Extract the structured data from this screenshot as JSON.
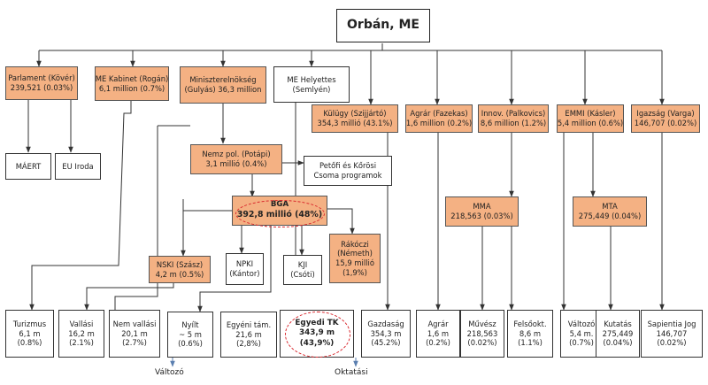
{
  "nodes": {
    "pm": {
      "lines": [
        "Orbán, ME"
      ]
    },
    "parlament": {
      "lines": [
        "Parlament (Kövér)",
        "239,521 (0.03%)"
      ]
    },
    "kabinet": {
      "lines": [
        "ME Kabinet (Rogán)",
        "6,1 million (0.7%)"
      ]
    },
    "minisz": {
      "lines": [
        "Miniszterelnökség",
        "(Gulyás) 36,3 million"
      ]
    },
    "helyettes": {
      "lines": [
        "ME Helyettes",
        "(Semlyén)"
      ]
    },
    "kulugy": {
      "lines": [
        "Külügy (Szijjártó)",
        "354,3 millió (43.1%)"
      ]
    },
    "agrar": {
      "lines": [
        "Agrár (Fazekas)",
        "1,6 million (0.2%)"
      ]
    },
    "innov": {
      "lines": [
        "Innov. (Palkovics)",
        "8,6 million (1.2%)"
      ]
    },
    "emmi": {
      "lines": [
        "EMMI (Kásler)",
        "5,4 million (0.6%)"
      ]
    },
    "igazsag": {
      "lines": [
        "Igazság (Varga)",
        "146,707 (0.02%)"
      ]
    },
    "maert": {
      "lines": [
        "MÁERT"
      ]
    },
    "euiroda": {
      "lines": [
        "EU Iroda"
      ]
    },
    "nemzpol": {
      "lines": [
        "Nemz pol. (Potápi)",
        "3,1 millió (0.4%)"
      ]
    },
    "petofi": {
      "lines": [
        "Petőfi és Kőrösi",
        "Csoma programok"
      ]
    },
    "bga": {
      "lines": [
        "BGA",
        "392,8 millió (48%)"
      ]
    },
    "mma": {
      "lines": [
        "MMA",
        "218,563 (0.03%)"
      ]
    },
    "mta": {
      "lines": [
        "MTA",
        "275,449 (0.04%)"
      ]
    },
    "npki": {
      "lines": [
        "NPKI",
        "(Kántor)"
      ]
    },
    "kji": {
      "lines": [
        "KJI",
        "(Csóti)"
      ]
    },
    "nski": {
      "lines": [
        "NSKI (Szász)",
        "4,2 m (0.5%)"
      ]
    },
    "rakoczi": {
      "lines": [
        "Rákóczi",
        "(Németh)",
        "15,9 millió",
        "(1,9%)"
      ]
    },
    "turizmus": {
      "lines": [
        "Turizmus",
        "6,1 m",
        "(0.8%)"
      ]
    },
    "vallasi": {
      "lines": [
        "Vallási",
        "16,2 m",
        "(2.1%)"
      ]
    },
    "nemvallasi": {
      "lines": [
        "Nem vallási",
        "20,1 m",
        "(2.7%)"
      ]
    },
    "nyilt": {
      "lines": [
        "Nyílt",
        "~ 5 m",
        "(0.6%)"
      ]
    },
    "egyenitam": {
      "lines": [
        "Egyéni tám.",
        "21,6 m",
        "(2,8%)"
      ]
    },
    "egyenitk": {
      "lines": [
        "Egyedi TK",
        "343,9 m",
        "(43,9%)"
      ]
    },
    "gazdasag": {
      "lines": [
        "Gazdaság",
        "354,3 m",
        "(45.2%)"
      ]
    },
    "agrar2": {
      "lines": [
        "Agrár",
        "1,6 m",
        "(0.2%)"
      ]
    },
    "muvesz": {
      "lines": [
        "Művész",
        "218,563",
        "(0.02%)"
      ]
    },
    "felsookt": {
      "lines": [
        "Felsőokt.",
        "8,6 m",
        "(1.1%)"
      ]
    },
    "valtozo2": {
      "lines": [
        "Változó",
        "5,4 m.",
        "(0.7%)"
      ]
    },
    "kutatas": {
      "lines": [
        "Kutatás",
        "275,449",
        "(0.04%)"
      ]
    },
    "sapientia": {
      "lines": [
        "Sapientia Jog",
        "146,707",
        "(0.02%)"
      ]
    }
  },
  "labels": {
    "valtozo": "Változó",
    "oktatasi": "Oktatási"
  },
  "colors": {
    "orange_fill": "#f4b183",
    "highlight_ellipse": "#d9262c",
    "arrow_blue": "#5b7fb0",
    "line": "#333333"
  }
}
